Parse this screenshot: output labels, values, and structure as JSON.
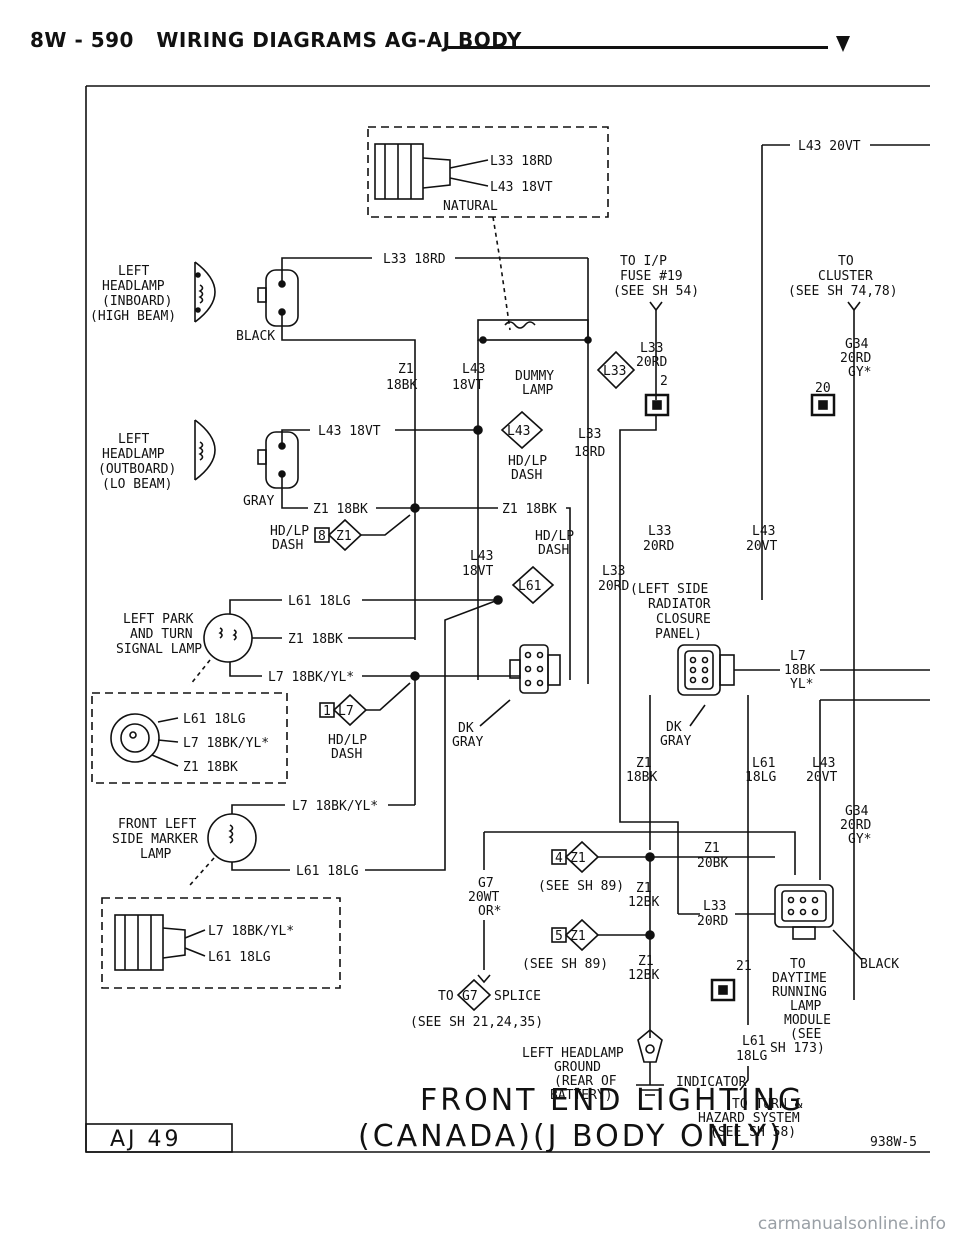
{
  "header": {
    "page_code": "8W - 590",
    "title": "WIRING DIAGRAMS AG-AJ BODY"
  },
  "footer": {
    "sheet_id": "AJ 49",
    "title_line1": "FRONT END LIGHTING",
    "title_line2": "(CANADA)(J BODY ONLY)",
    "figure_code": "938W-5"
  },
  "watermark": "carmanualsonline.info",
  "components": {
    "hi_beam": [
      "LEFT",
      "HEADLAMP",
      "(INBOARD)",
      "(HIGH BEAM)"
    ],
    "lo_beam": [
      "LEFT",
      "HEADLAMP",
      "(OUTBOARD)",
      "(LO BEAM)"
    ],
    "park_turn": [
      "LEFT PARK",
      "AND TURN",
      "SIGNAL LAMP"
    ],
    "side_marker": [
      "FRONT LEFT",
      "SIDE MARKER",
      "LAMP"
    ],
    "dummy_lamp": [
      "DUMMY",
      "LAMP"
    ],
    "radiator": [
      "(LEFT SIDE",
      "RADIATOR",
      "CLOSURE",
      "PANEL)"
    ],
    "fuse": [
      "TO I/P",
      "FUSE #19",
      "(SEE SH 54)"
    ],
    "cluster": [
      "TO",
      "CLUSTER",
      "(SEE SH 74,78)"
    ],
    "ground": [
      "LEFT HEADLAMP",
      "GROUND",
      "(REAR OF",
      "BATTERY)"
    ],
    "drl": [
      "TO",
      "DAYTIME",
      "RUNNING",
      "LAMP",
      "MODULE",
      "(SEE",
      "SH 173)"
    ],
    "turn_hazard": [
      "TO TURN &",
      "HAZARD SYSTEM",
      "(SEE SH 58)"
    ],
    "splice_ref": "(SEE SH 21,24,35)"
  },
  "labels": {
    "l33_18rd": "L33 18RD",
    "l43_18vt": "L43 18VT",
    "natural": "NATURAL",
    "l43_20vt": "L43 20VT",
    "black": "BLACK",
    "gray": "GRAY",
    "z1": "Z1",
    "k18": "18BK",
    "l43": "L43",
    "vt18": "18VT",
    "l33": "L33",
    "rd18": "18RD",
    "rd20": "20RD",
    "hdlp": "HD/LP",
    "dash": "DASH",
    "z1_18bk": "Z1 18BK",
    "l61_18lg": "L61 18LG",
    "l7_18bk_yl": "L7 18BK/YL*",
    "g34": "G34",
    "gy": "GY*",
    "n20": "20",
    "n2": "2",
    "n21": "21",
    "vt20": "20VT",
    "l7": "L7",
    "yl": "YL*",
    "dk": "DK",
    "l61": "L61",
    "lg18": "18LG",
    "g7": "G7",
    "wt20": "20WT",
    "or": "OR*",
    "see89": "(SEE SH 89)",
    "bk12": "12BK",
    "bk20": "20BK",
    "to": "TO",
    "splice": "SPLICE",
    "indicator": "INDICATOR",
    "c4": "4",
    "c5": "5",
    "c8": "8",
    "c1": "1",
    "g7tag": "G7",
    "l43tag": "L43",
    "l33tag": "L33",
    "l61tag": "L61",
    "l7tag": "L7",
    "z1tag": "Z1"
  }
}
